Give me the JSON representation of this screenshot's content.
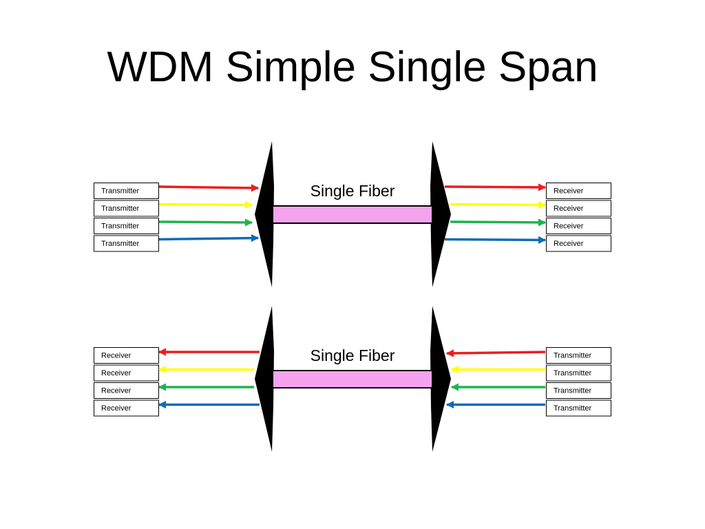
{
  "title": "WDM Simple Single Span",
  "colors": {
    "channels": [
      "#ee1c1c",
      "#ffff00",
      "#1db34f",
      "#0f6bb8"
    ],
    "fiber_fill": "#f5a3ef",
    "multiplexer": "#000000"
  },
  "spans": [
    {
      "direction": "left-to-right",
      "fiber_label": "Single Fiber",
      "left_boxes": [
        "Transmitter",
        "Transmitter",
        "Transmitter",
        "Transmitter"
      ],
      "right_boxes": [
        "Receiver",
        "Receiver",
        "Receiver",
        "Receiver"
      ]
    },
    {
      "direction": "right-to-left",
      "fiber_label": "Single Fiber",
      "left_boxes": [
        "Receiver",
        "Receiver",
        "Receiver",
        "Receiver"
      ],
      "right_boxes": [
        "Transmitter",
        "Transmitter",
        "Transmitter",
        "Transmitter"
      ]
    }
  ]
}
